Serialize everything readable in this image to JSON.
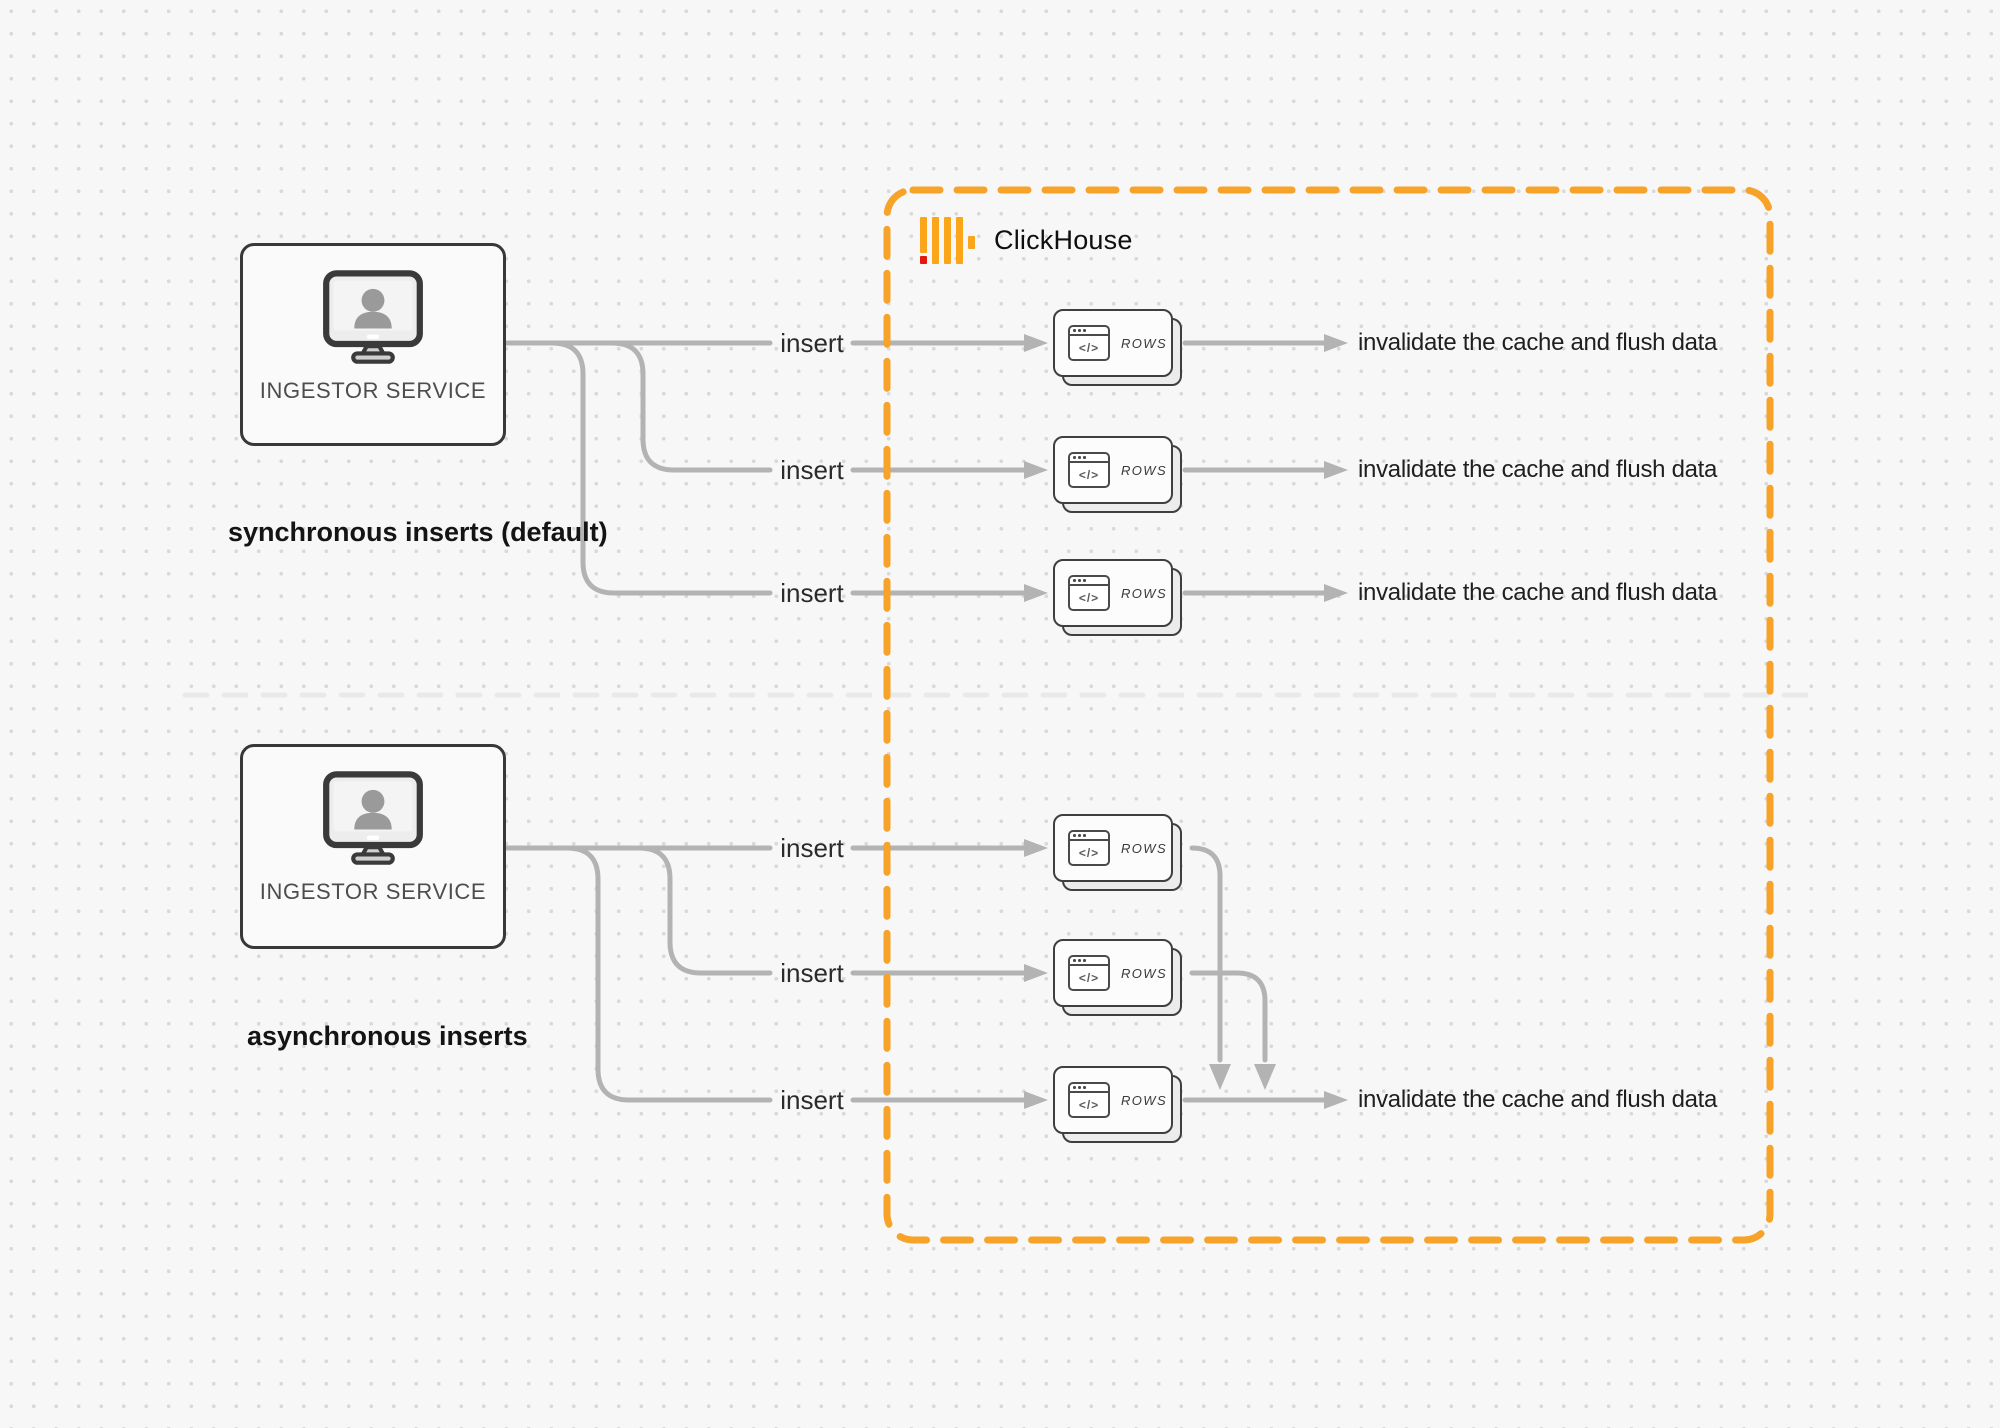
{
  "clickhouse": {
    "brand": "ClickHouse"
  },
  "glyphs": {
    "code": "</>"
  },
  "colors": {
    "accent_orange": "#F7A229",
    "logo_yellow": "#FAA51A",
    "logo_red": "#E3170D",
    "connector_gray": "#B3B3B3",
    "divider_gray": "#E9E9E9"
  },
  "sections": {
    "sync": {
      "service_label": "INGESTOR SERVICE",
      "caption": "synchronous inserts (default)",
      "rows": [
        {
          "insert_label": "insert",
          "node_label": "ROWS",
          "result_label": "invalidate the cache and flush data"
        },
        {
          "insert_label": "insert",
          "node_label": "ROWS",
          "result_label": "invalidate the cache and flush data"
        },
        {
          "insert_label": "insert",
          "node_label": "ROWS",
          "result_label": "invalidate the cache and flush data"
        }
      ]
    },
    "async": {
      "service_label": "INGESTOR SERVICE",
      "caption": "asynchronous inserts",
      "rows": [
        {
          "insert_label": "insert",
          "node_label": "ROWS"
        },
        {
          "insert_label": "insert",
          "node_label": "ROWS"
        },
        {
          "insert_label": "insert",
          "node_label": "ROWS",
          "result_label": "invalidate the cache and flush data"
        }
      ]
    }
  }
}
